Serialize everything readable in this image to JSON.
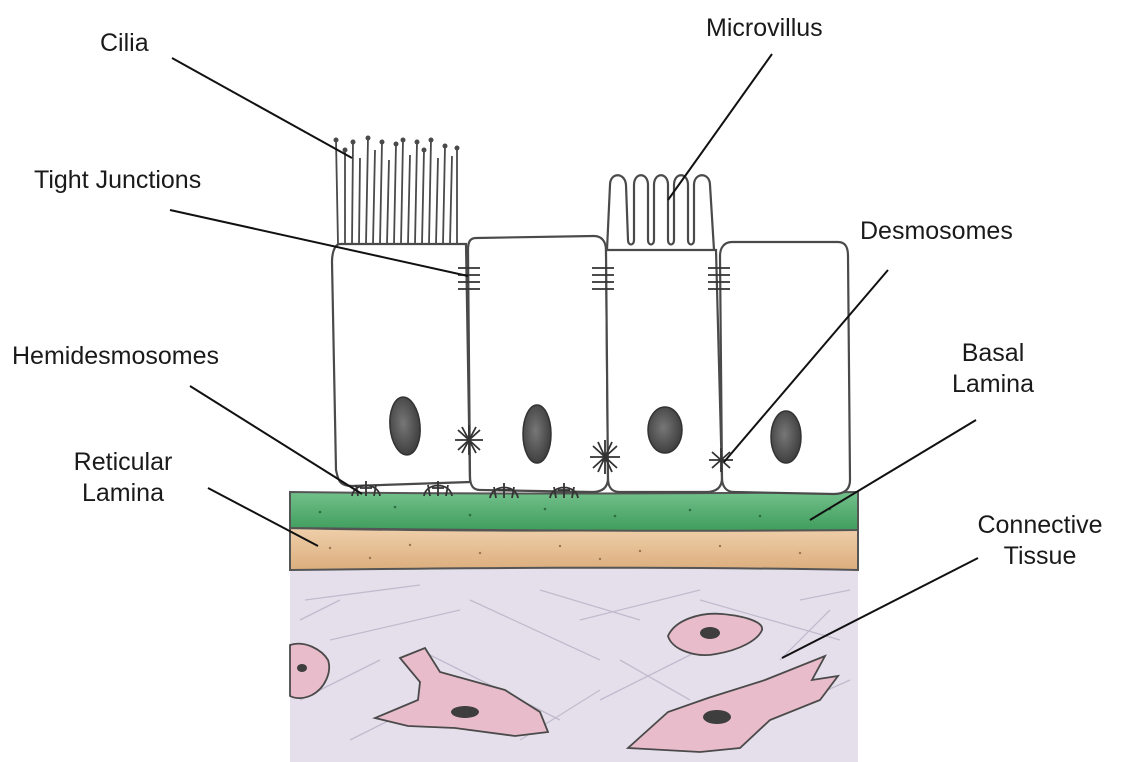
{
  "labels": {
    "cilia": "Cilia",
    "microvillus": "Microvillus",
    "tight_junctions": "Tight Junctions",
    "desmosomes": "Desmosomes",
    "hemidesmosomes": "Hemidesmosomes",
    "basal_lamina": [
      "Basal",
      "Lamina"
    ],
    "reticular_lamina": [
      "Reticular",
      "Lamina"
    ],
    "connective_tissue": [
      "Connective",
      "Tissue"
    ]
  },
  "colors": {
    "outline": "#444444",
    "basal_lamina": "#4dab6a",
    "reticular_lamina": "#e2b98c",
    "connective_tissue": "#e3dbe9",
    "fibroblast": "#e8b9c9",
    "nucleus": "#555555"
  }
}
